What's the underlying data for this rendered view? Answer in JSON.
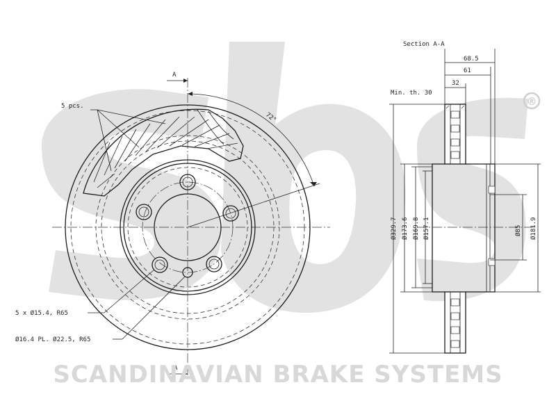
{
  "brand": {
    "name": "SCANDINAVIAN BRAKE SYSTEMS",
    "trademark": "®",
    "watermark_color": "#dcdcdc"
  },
  "front_view": {
    "section_marker_top": "A",
    "section_marker_bottom": "A",
    "vent_count_label": "5 pcs.",
    "angle_label": "72°",
    "bolt_holes_label": "5 x Ø15.4, R65",
    "pilot_hole_label": "Ø16.4 PL. Ø22.5, R65"
  },
  "section_view": {
    "title": "Section A-A",
    "min_thickness_label": "Min. th. 30",
    "dim_overall_height": "68.5",
    "dim_hat_height": "61",
    "dim_disc_thickness": "32",
    "dia_outer": "Ø329.7",
    "dia_friction_inner": "Ø173.6",
    "dia_hat_outer": "Ø169.8",
    "dia_hat_inner": "Ø157.1",
    "dia_center_bore": "Ø85",
    "dia_hat_flange": "Ø181.9"
  }
}
